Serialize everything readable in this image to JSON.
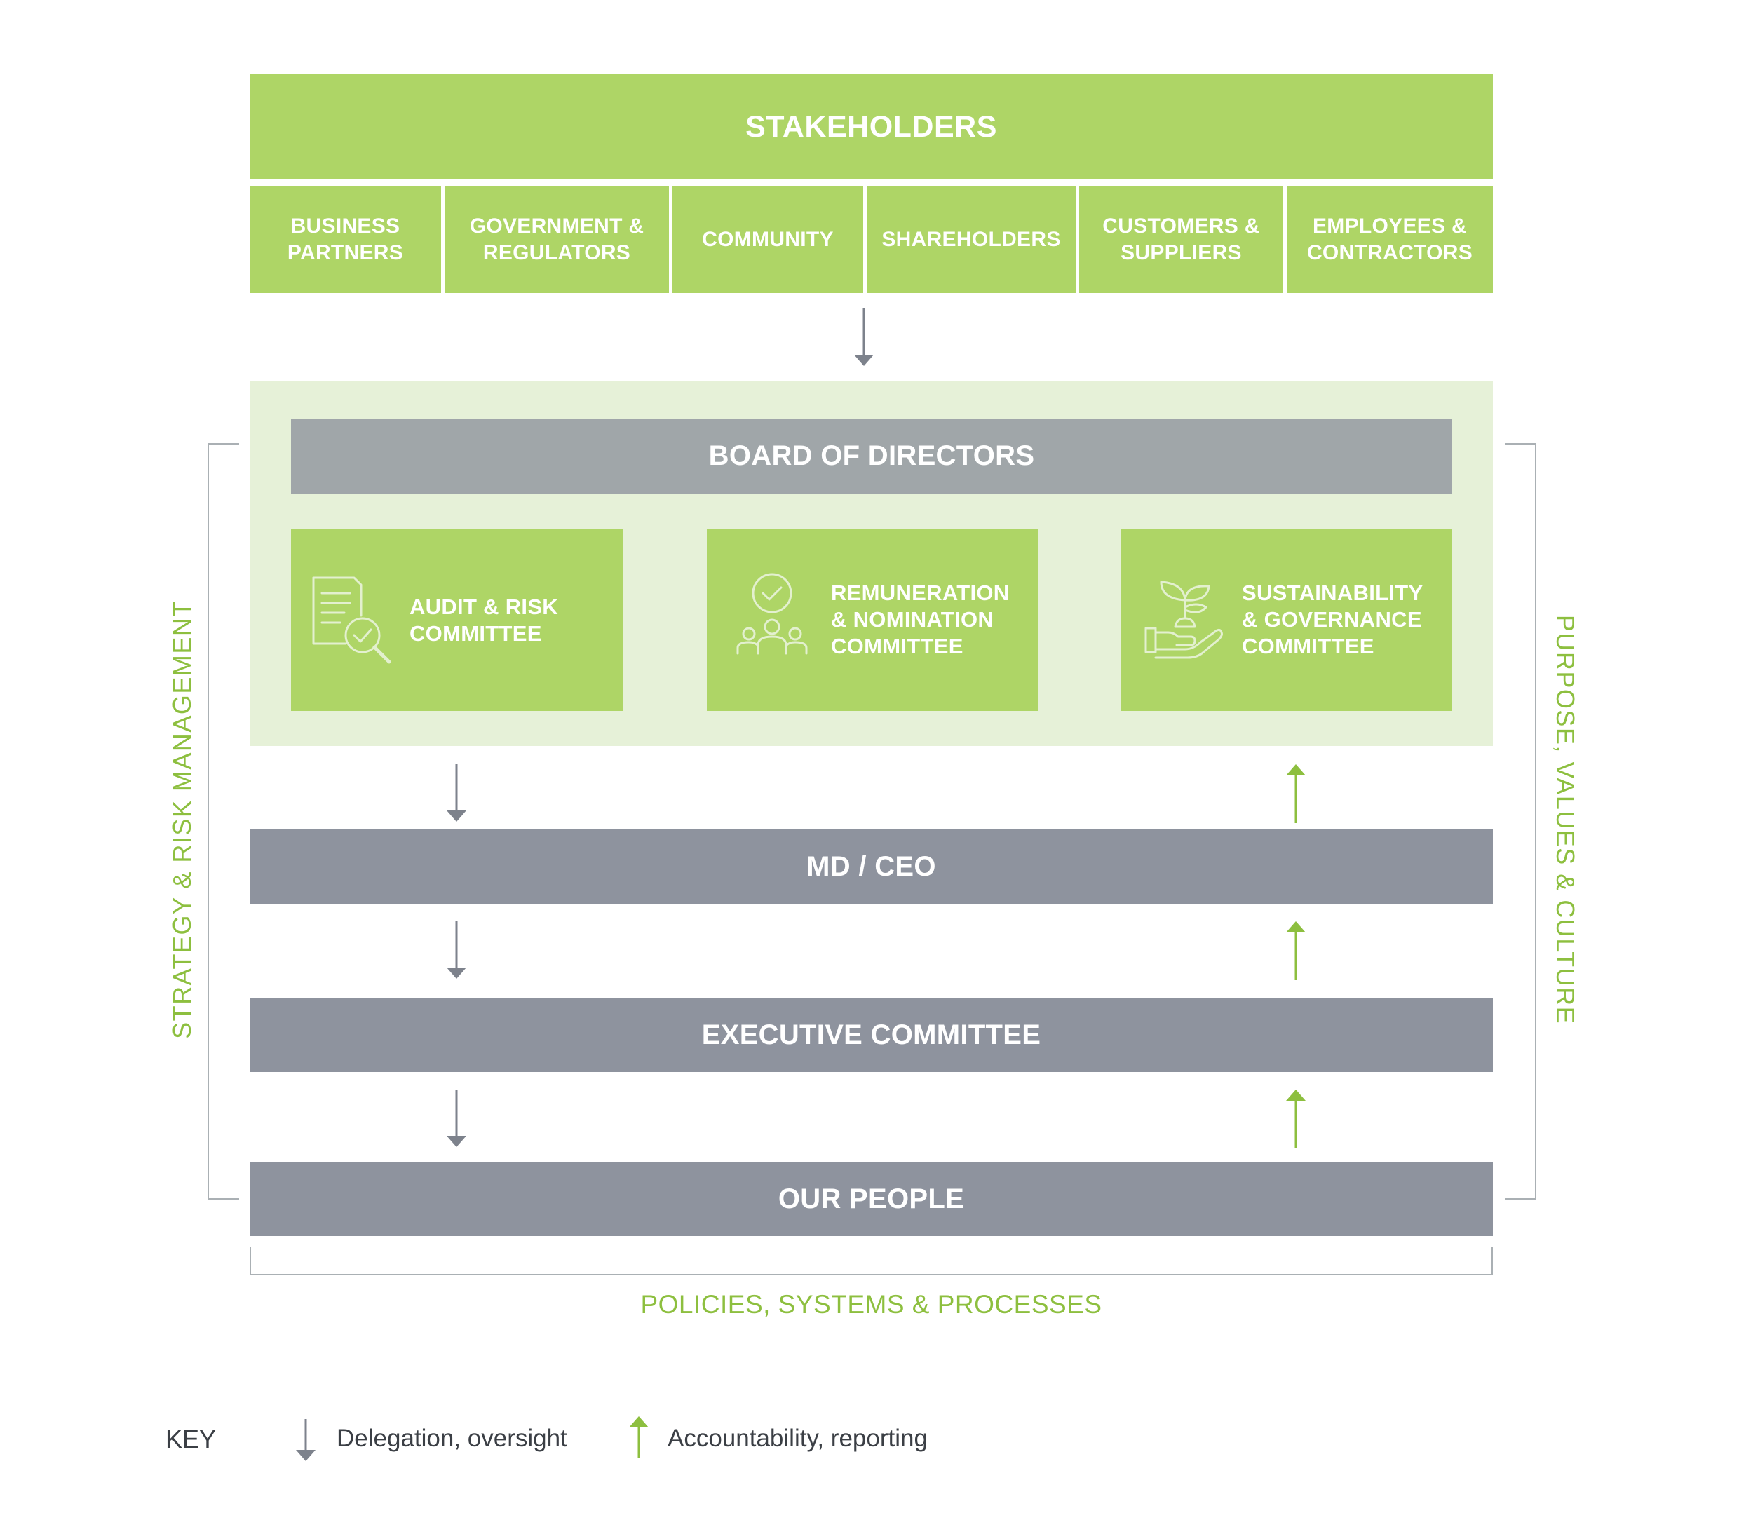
{
  "stakeholders": {
    "title": "STAKEHOLDERS",
    "groups": [
      "BUSINESS\nPARTNERS",
      "GOVERNMENT &\nREGULATORS",
      "COMMUNITY",
      "SHAREHOLDERS",
      "CUSTOMERS &\nSUPPLIERS",
      "EMPLOYEES &\nCONTRACTORS"
    ]
  },
  "board": {
    "title": "BOARD OF DIRECTORS",
    "committees": [
      {
        "label": "AUDIT & RISK\nCOMMITTEE",
        "icon": "document-check-magnifier-icon"
      },
      {
        "label": "REMUNERATION\n& NOMINATION\nCOMMITTEE",
        "icon": "people-check-icon"
      },
      {
        "label": "SUSTAINABILITY\n& GOVERNANCE\nCOMMITTEE",
        "icon": "hand-plant-icon"
      }
    ]
  },
  "tiers": {
    "md_ceo": "MD / CEO",
    "executive": "EXECUTIVE COMMITTEE",
    "people": "OUR PEOPLE"
  },
  "side_labels": {
    "left": "STRATEGY & RISK MANAGEMENT",
    "right": "PURPOSE, VALUES & CULTURE",
    "bottom": "POLICIES, SYSTEMS & PROCESSES"
  },
  "key": {
    "title": "KEY",
    "delegation": "Delegation, oversight",
    "accountability": "Accountability, reporting"
  },
  "colors": {
    "green": "#aed566",
    "pale_green": "#e6f1d8",
    "board_grey": "#a0a6a9",
    "tier_grey": "#8e939e",
    "label_green": "#8dbf3f",
    "arrow_grey": "#7d828c",
    "arrow_green": "#8dbf3f"
  }
}
